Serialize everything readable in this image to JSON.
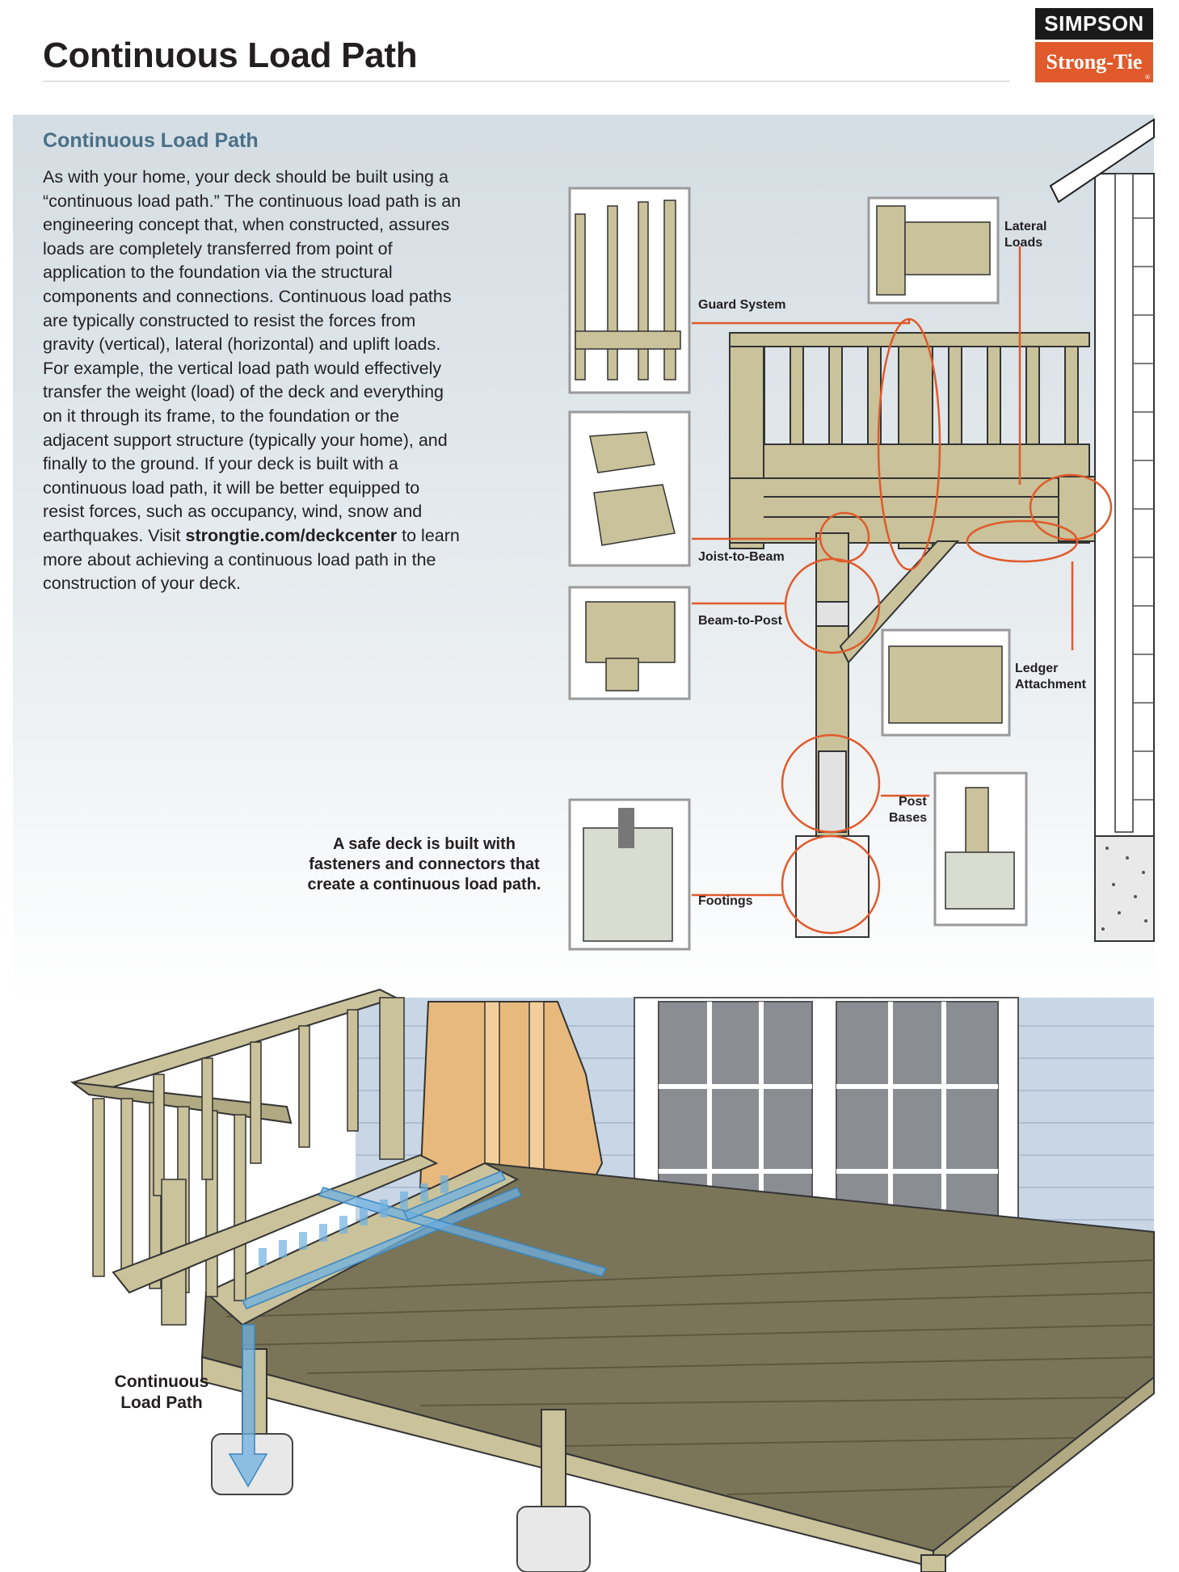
{
  "header": {
    "title": "Continuous Load Path",
    "logo_top": "SIMPSON",
    "logo_bottom": "Strong-Tie",
    "logo_reg": "®"
  },
  "section": {
    "heading": "Continuous Load Path",
    "paragraph_before_link": "As with your home, your deck should be built using a “continuous load path.” The continuous load path is an engineering concept that, when constructed, assures loads are completely transferred from point of application to the foundation via the structural components and connections. Continuous load paths are typically constructed to resist the forces from gravity (vertical), lateral (horizontal) and uplift loads. For example, the vertical load path would effectively transfer the weight (load) of the deck and everything on it through its frame, to the foundation or the adjacent support structure (typically your home), and finally to the ground. If your deck is built with a continuous load path, it will be better equipped to resist forces, such as occupancy, wind, snow and earthquakes. Visit",
    "link": "strongtie.com/deckcenter",
    "paragraph_after_link": "to learn more about achieving a continuous load path in the construction of your deck."
  },
  "callouts": {
    "guard_system": "Guard System",
    "lateral_loads_1": "Lateral",
    "lateral_loads_2": "Loads",
    "joist_to_beam": "Joist-to-Beam",
    "beam_to_post": "Beam-to-Post",
    "ledger_1": "Ledger",
    "ledger_2": "Attachment",
    "post_bases_1": "Post",
    "post_bases_2": "Bases",
    "footings": "Footings"
  },
  "captions": {
    "safe_deck": "A safe deck is built with fasteners and connectors that create a continuous load path.",
    "continuous_load_path": "Continuous Load Path"
  },
  "colors": {
    "accent_red": "#e05a2b",
    "heading_blue": "#4a7089",
    "wood": "#c9c29a",
    "decking": "#7a7558",
    "arrow_blue": "#6fb0e0"
  }
}
